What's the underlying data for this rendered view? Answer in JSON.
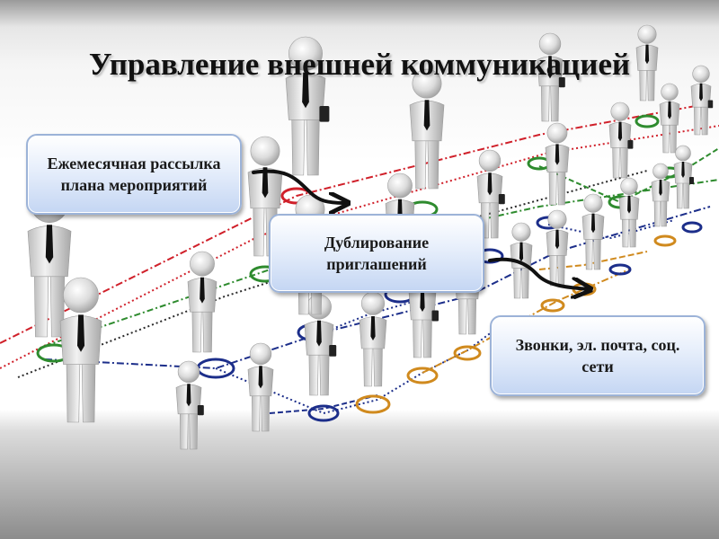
{
  "title": "Управление внешней коммуникацией",
  "callouts": [
    "Ежемесячная рассылка плана мероприятий",
    "Дублирование приглашений",
    "Звонки, эл. почта, соц. сети"
  ],
  "colors": {
    "red_link": "#d0202a",
    "green_link": "#2e8b2e",
    "blue_link": "#1c2e8a",
    "orange_link": "#d08a1e",
    "figure": "#e2e2e2",
    "tie": "#111111"
  }
}
